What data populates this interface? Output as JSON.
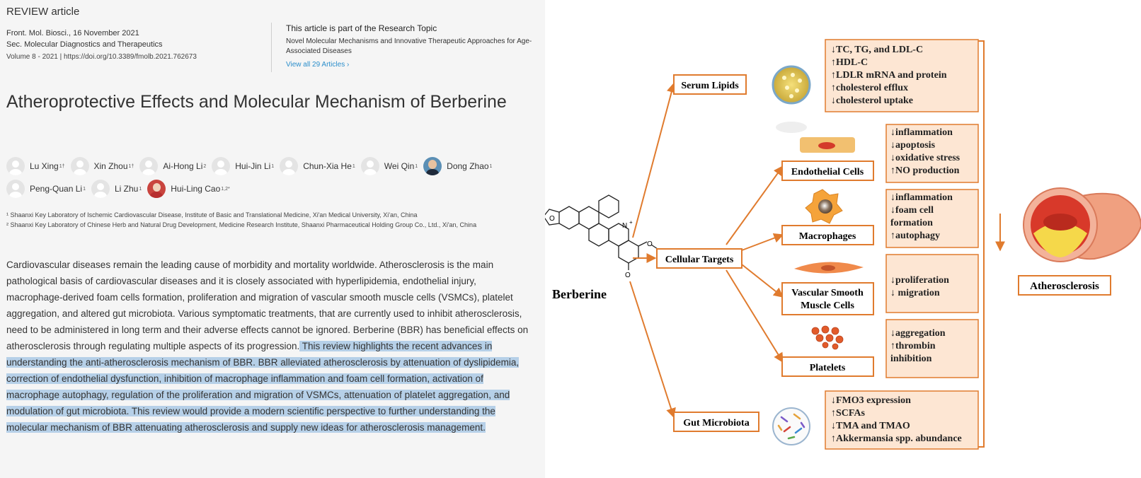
{
  "article": {
    "type_label": "REVIEW article",
    "journal_line": "Front. Mol. Biosci., 16 November 2021",
    "section_line": "Sec. Molecular Diagnostics and Therapeutics",
    "volume_line": "Volume 8 - 2021 | https://doi.org/10.3389/fmolb.2021.762673",
    "topic_heading": "This article is part of the Research Topic",
    "topic_title": "Novel Molecular Mechanisms and Innovative Therapeutic Approaches for Age-Associated Diseases",
    "topic_link": "View all 29 Articles ›",
    "title": "Atheroprotective Effects and Molecular Mechanism of Berberine",
    "authors_row1": [
      {
        "name": "Lu Xing",
        "sup": "1†"
      },
      {
        "name": "Xin Zhou",
        "sup": "1†"
      },
      {
        "name": "Ai-Hong Li",
        "sup": "2"
      },
      {
        "name": "Hui-Jin Li",
        "sup": "1"
      },
      {
        "name": "Chun-Xia He",
        "sup": "1"
      },
      {
        "name": "Wei Qin",
        "sup": "1"
      },
      {
        "name": "Dong Zhao",
        "sup": "1"
      }
    ],
    "authors_row2": [
      {
        "name": "Peng-Quan Li",
        "sup": "1"
      },
      {
        "name": "Li Zhu",
        "sup": "1"
      },
      {
        "name": "Hui-Ling Cao",
        "sup": "1,2*"
      }
    ],
    "affiliation_1": "¹ Shaanxi Key Laboratory of Ischemic Cardiovascular Disease, Institute of Basic and Translational Medicine, Xi'an Medical University, Xi'an, China",
    "affiliation_2": "² Shaanxi Key Laboratory of Chinese Herb and Natural Drug Development, Medicine Research Institute, Shaanxi Pharmaceutical Holding Group Co., Ltd., Xi'an, China",
    "abstract_plain": "Cardiovascular diseases remain the leading cause of morbidity and mortality worldwide. Atherosclerosis is the main pathological basis of cardiovascular diseases and it is closely associated with hyperlipidemia, endothelial injury, macrophage-derived foam cells formation, proliferation and migration of vascular smooth muscle cells (VSMCs), platelet aggregation, and altered gut microbiota. Various symptomatic treatments, that are currently used to inhibit atherosclerosis, need to be administered in long term and their adverse effects cannot be ignored. Berberine (BBR) has beneficial effects on atherosclerosis through regulating multiple aspects of its progression.",
    "abstract_highlighted": " This review highlights the recent advances in understanding the anti-atherosclerosis mechanism of BBR. BBR alleviated atherosclerosis by attenuation of dyslipidemia, correction of endothelial dysfunction, inhibition of macrophage inflammation and foam cell formation, activation of macrophage autophagy, regulation of the proliferation and migration of VSMCs, attenuation of platelet aggregation, and modulation of gut microbiota. This review would provide a modern scientific perspective to further understanding the molecular mechanism of BBR attenuating atherosclerosis and supply new ideas for atherosclerosis management."
  },
  "figure": {
    "berberine_label": "Berberine",
    "cellular_targets": "Cellular Targets",
    "serum_lipids": "Serum Lipids",
    "gut_microbiota": "Gut Microbiota",
    "endothelial": "Endothelial Cells",
    "macrophages": "Macrophages",
    "vsmc_line1": "Vascular Smooth",
    "vsmc_line2": "Muscle Cells",
    "platelets": "Platelets",
    "atherosclerosis": "Atherosclerosis",
    "lipid_effects": [
      "↓TC, TG, and LDL-C",
      "↑HDL-C",
      "↑LDLR mRNA and protein",
      "↑cholesterol efflux",
      "↓cholesterol uptake"
    ],
    "endothelial_effects": [
      "↓inflammation",
      "↓apoptosis",
      "↓oxidative stress",
      "↑NO production"
    ],
    "macrophage_effects": [
      "↓inflammation",
      "↓foam cell",
      "formation",
      "↑autophagy"
    ],
    "vsmc_effects": [
      "↓proliferation",
      "↓ migration"
    ],
    "platelet_effects": [
      "↓aggregation",
      "↑thrombin",
      "inhibition"
    ],
    "gut_effects": [
      "↓FMO3 expression",
      "↑SCFAs",
      "↓TMA and TMAO",
      "↑Akkermansia spp. abundance"
    ],
    "colors": {
      "arrow": "#e07b2e",
      "box_fill": "#fde6d3",
      "box_border": "#e07b2e"
    },
    "icons": [
      "berberine-structure-icon",
      "lipid-droplet-icon",
      "endothelial-cell-icon",
      "macrophage-icon",
      "smooth-muscle-cell-icon",
      "platelets-icon",
      "gut-microbiota-icon",
      "artery-plaque-icon"
    ]
  }
}
